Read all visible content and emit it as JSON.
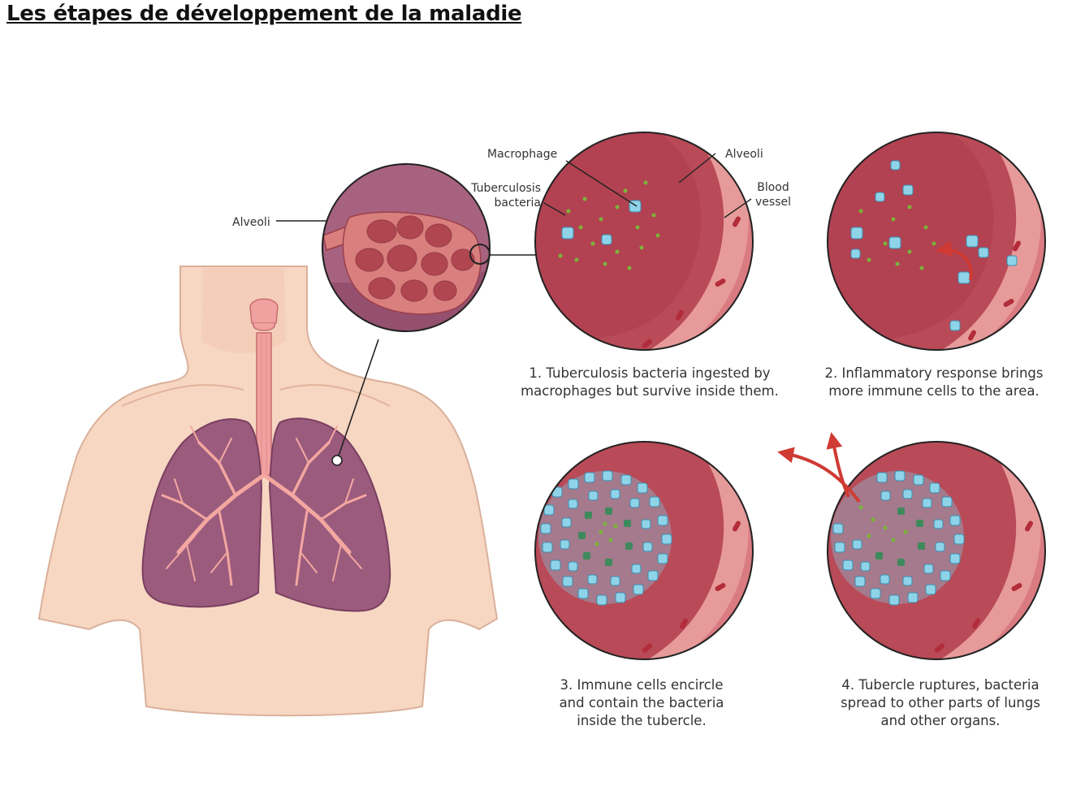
{
  "title": "Les étapes de développement de la maladie",
  "labels": {
    "alveoli_body": "Alveoli",
    "macrophage": "Macrophage",
    "alveoli_stage": "Alveoli",
    "tb_line1": "Tuberculosis",
    "tb_line2": "bacteria",
    "blood_line1": "Blood",
    "blood_line2": "vessel"
  },
  "captions": [
    {
      "line1": "1. Tuberculosis bacteria ingested by",
      "line2": "macrophages but survive inside them."
    },
    {
      "line1": "2. Inflammatory response brings",
      "line2": "more immune cells to the area."
    },
    {
      "line1": "3. Immune cells encircle",
      "line2": "and contain the bacteria",
      "line3": "inside the tubercle."
    },
    {
      "line1": "4. Tubercle ruptures, bacteria",
      "line2": "spread to other parts of lungs",
      "line3": "and other organs."
    }
  ],
  "colors": {
    "skin": "#f7d7c2",
    "skin_edge": "#d9b09a",
    "lung": "#9b5b7d",
    "alveolus": "#c96c72",
    "blood_vessel": "#e79a9a",
    "immune_cell": "#7fd3f2",
    "bacteria": "#6aa52e",
    "arrow": "#cf3a32"
  }
}
